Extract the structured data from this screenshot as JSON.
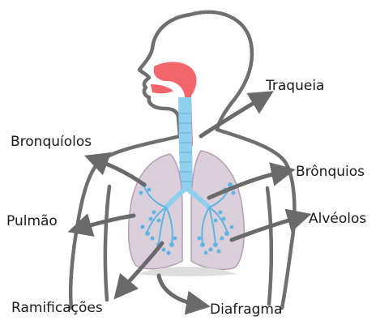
{
  "labels": {
    "traqueia": "Traqueia",
    "bronquiolos": "Bronquíolos",
    "bronquios": "Brônquios",
    "alveolos": "Alvéolos",
    "pulmao": "Pulmão",
    "ramificacoes": "Ramificações",
    "diafragma": "Diafragma"
  },
  "colors": {
    "outline": "#6f6f6f",
    "airway_red": "#f2666b",
    "trachea_blue": "#8fd0ee",
    "lung_fill": "#dccfdc",
    "lung_outline": "#b59eb4",
    "alveoli_blue": "#5fb6e4",
    "arrow_gray": "#6a6a6a",
    "diaphragm": "#dddddd"
  }
}
